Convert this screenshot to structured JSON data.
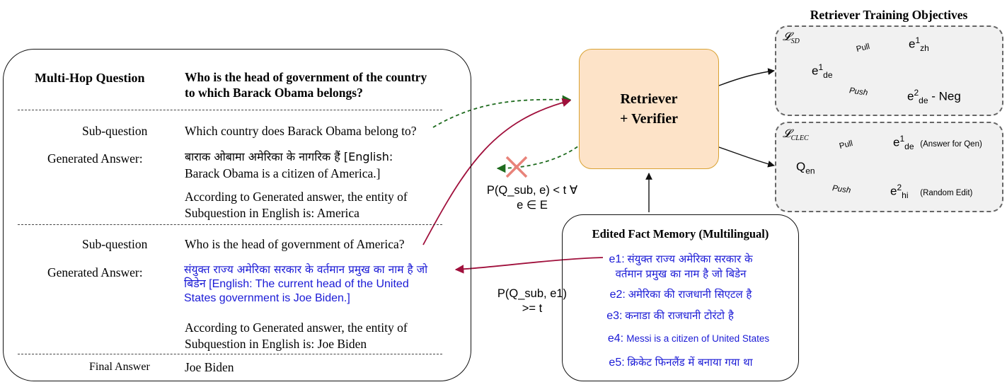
{
  "title": "Retriever Training Objectives",
  "left_panel": {
    "multi_hop_label": "Multi-Hop Question",
    "multi_hop_text": [
      "Who is the head of government of the country",
      "to which Barack Obama belongs?"
    ],
    "hop1": {
      "sub_label": "Sub-question",
      "sub_text": "Which country does Barack Obama belong to?",
      "gen_label": "Generated Answer:",
      "gen_text": [
        "बाराक ओबामा अमेरिका के नागरिक हैं [English:",
        "Barack Obama is a citizen of America.]"
      ],
      "entity_text": [
        "According to Generated answer, the entity of",
        "Subquestion in English is: America"
      ]
    },
    "hop2": {
      "sub_label": "Sub-question",
      "sub_text": "Who is the head of government of America?",
      "gen_label": "Generated Answer:",
      "gen_text": [
        "संयुक्त राज्य अमेरिका सरकार के वर्तमान प्रमुख का नाम है जो",
        "बिडेन [English: The current head of the United",
        "States government is Joe Biden.]"
      ],
      "entity_text": [
        "According to Generated answer, the entity of",
        "Subquestion in English is: Joe Biden"
      ]
    },
    "final_label": "Final Answer",
    "final_text": "Joe Biden"
  },
  "retriever": {
    "line1": "Retriever",
    "line2": "+ Verifier"
  },
  "reject_condition": [
    "P(Q_sub, e) < t ∀",
    "e ∈ E"
  ],
  "accept_condition": [
    "P(Q_sub, e1)",
    ">= t"
  ],
  "memory": {
    "title": "Edited Fact Memory (Multilingual)",
    "items": [
      {
        "id": "e1:",
        "lines": [
          "संयुक्त राज्य अमेरिका सरकार के",
          "वर्तमान प्रमुख का नाम है जो बिडेन"
        ]
      },
      {
        "id": "e2:",
        "lines": [
          "अमेरिका की राजधानी सिएटल है"
        ]
      },
      {
        "id": "e3:",
        "lines": [
          "कनाडा की राजधानी टोरंटो है"
        ]
      },
      {
        "id": "e4:",
        "lines": [
          "Messi is a citizen of United States"
        ]
      },
      {
        "id": "e5:",
        "lines": [
          "क्रिकेट फिनलैंड में बनाया गया था"
        ]
      }
    ]
  },
  "sd_box": {
    "loss": "𝓛",
    "loss_sub": "SD",
    "anchor": {
      "base": "e",
      "sup": "1",
      "sub": "de"
    },
    "pos": {
      "base": "e",
      "sup": "1",
      "sub": "zh"
    },
    "neg": {
      "base": "e",
      "sup": "2",
      "sub": "de",
      "suffix": " - Neg"
    },
    "pull": "Pull",
    "push": "Push"
  },
  "clec_box": {
    "loss": "𝓛",
    "loss_sub": "CLEC",
    "anchor": {
      "base": "Q",
      "sub": "en"
    },
    "pos": {
      "base": "e",
      "sup": "1",
      "sub": "de",
      "note": "(Answer for Qen)"
    },
    "neg": {
      "base": "e",
      "sup": "2",
      "sub": "hi",
      "note": "(Random Edit)"
    },
    "pull": "Pull",
    "push": "Push"
  },
  "colors": {
    "retriever_fill": "#fde3c8",
    "retriever_border": "#d9a233",
    "pull": "#6ab04c",
    "push": "#c0504d",
    "flow": "#a0103c",
    "dashed": "#1e6b1e",
    "reject": "#e8837a",
    "memory_text": "#1a1ad6"
  }
}
